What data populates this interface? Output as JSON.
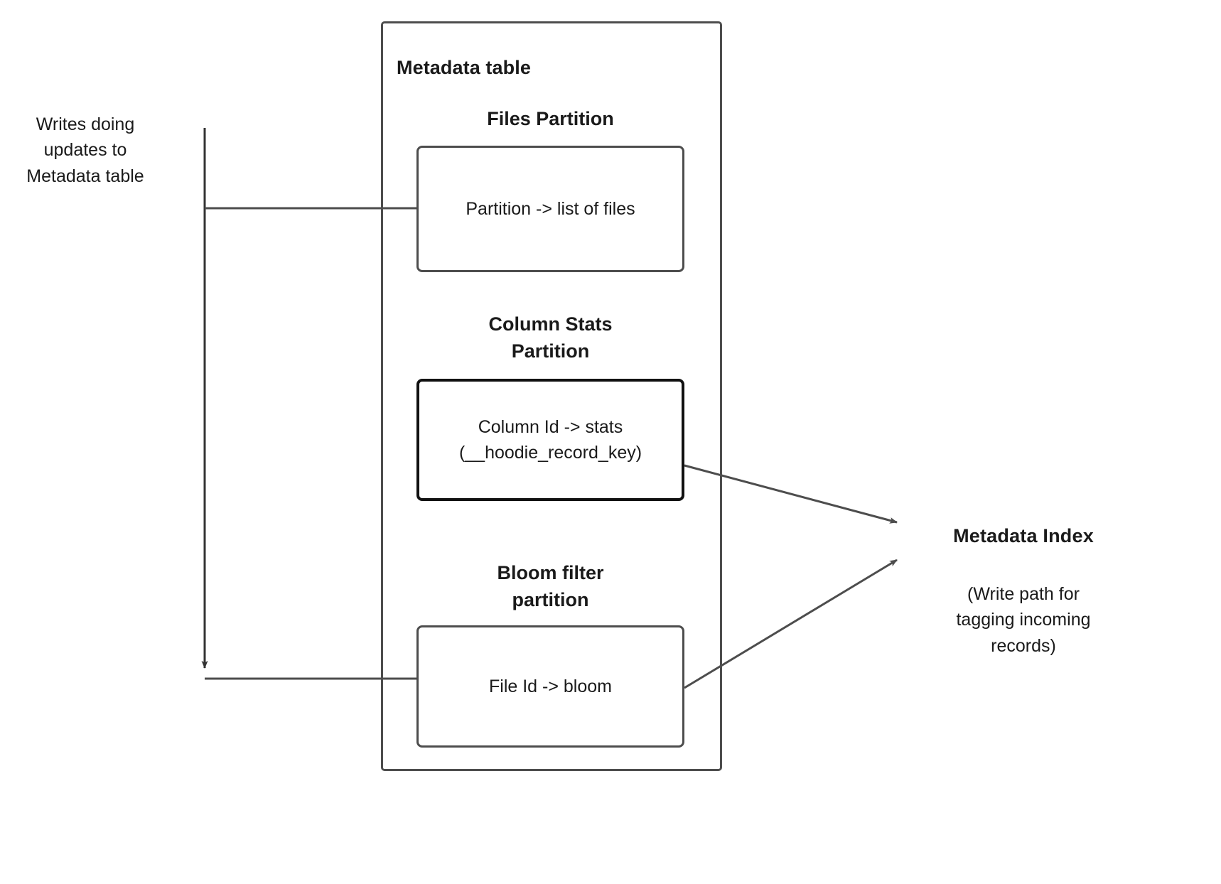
{
  "diagram": {
    "title": "Metadata table",
    "container_label": "Metadata table",
    "sections": [
      {
        "heading": "Files Partition",
        "box_label": "Partition -> list of files"
      },
      {
        "heading": "Column Stats\nPartition",
        "box_label": "Column Id  -> stats\n(__hoodie_record_key)"
      },
      {
        "heading": "Bloom filter\npartition",
        "box_label": "File Id -> bloom"
      }
    ],
    "annotations": {
      "writes_label": "Writes doing\nupdates to\nMetadata table",
      "index_title": "Metadata Index",
      "index_note": "(Write path for\ntagging incoming\nrecords)"
    },
    "colors": {
      "stroke": "#4d4d4d",
      "stroke_emphasis": "#111111",
      "text": "#1a1a1a",
      "background": "#ffffff"
    }
  }
}
